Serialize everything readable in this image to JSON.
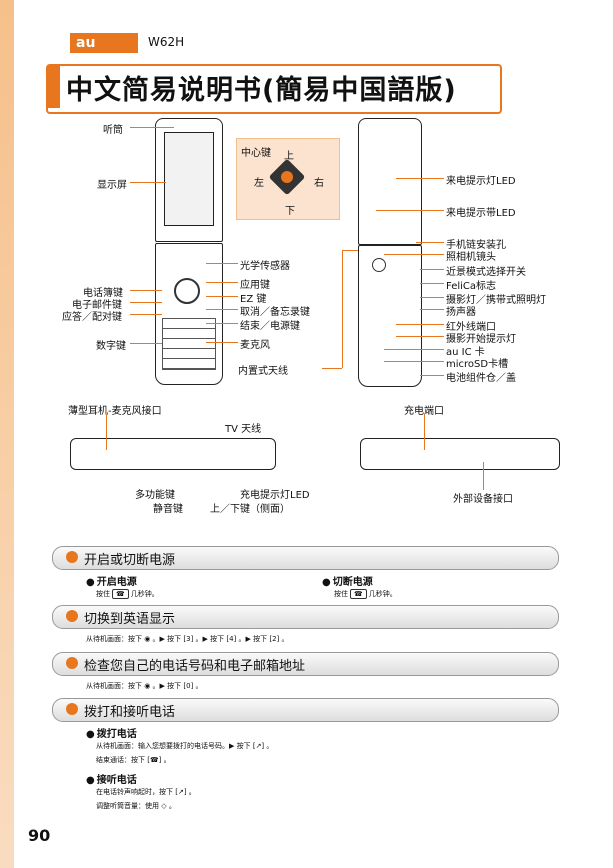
{
  "header": {
    "brand": "au",
    "model": "W62H",
    "title": "中文简易说明书(簡易中国語版)"
  },
  "diagram": {
    "front": [
      "听筒",
      "显示屏",
      "电话簿键",
      "电子邮件键",
      "应答／配对键",
      "数字键"
    ],
    "center": [
      "光学传感器",
      "应用键",
      "EZ 键",
      "取消／备忘录键",
      "结束／电源键",
      "麦克风",
      "内置式天线"
    ],
    "dpad": {
      "label": "中心键",
      "up": "上",
      "down": "下",
      "left": "左",
      "right": "右"
    },
    "back": [
      "来电提示灯LED",
      "来电提示带LED",
      "手机链安装孔",
      "照相机镜头",
      "近景模式选择开关",
      "FeliCa标志",
      "摄影灯／携带式照明灯",
      "扬声器",
      "红外线端口",
      "摄影开始提示灯",
      "au IC 卡",
      "microSD卡槽",
      "电池组件仓／盖"
    ],
    "side_left": [
      "薄型耳机-麦克风接口",
      "TV 天线",
      "多功能键",
      "静音键",
      "充电提示灯LED",
      "上／下键（侧面）"
    ],
    "side_right": [
      "充电端口",
      "外部设备接口"
    ]
  },
  "sections": [
    {
      "title": "开启或切断电源",
      "items": [
        {
          "sub": "开启电源",
          "pre": "按住",
          "key": "☎",
          "post": "几秒钟。"
        },
        {
          "sub": "切断电源",
          "pre": "按住",
          "key": "☎",
          "post": "几秒钟。"
        }
      ]
    },
    {
      "title": "切换到英语显示",
      "line": "从待机画面：按下 ◉ 。▶ 按下 [3] 。▶ 按下 [4] 。▶ 按下 [2] 。"
    },
    {
      "title": "检查您自己的电话号码和电子邮箱地址",
      "line": "从待机画面：按下 ◉ 。▶ 按下 [0] 。"
    },
    {
      "title": "拨打和接听电话",
      "items": [
        {
          "sub": "拨打电话",
          "l1": "从待机画面：输入您想要拨打的电话号码。▶ 按下 [↗] 。",
          "l2": "结束通话：按下 [☎] 。"
        },
        {
          "sub": "接听电话",
          "l1": "在电话铃声响起时，按下 [↗] 。",
          "l2": "调整听筒音量：使用 ◇ 。"
        }
      ]
    }
  ],
  "page_number": "90"
}
